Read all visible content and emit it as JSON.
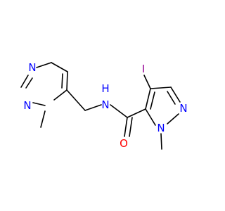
{
  "molecule": {
    "atoms": {
      "iodine": "I",
      "amide_h": "H",
      "amide_n": "N",
      "carbonyl_o": "O",
      "left_ring_n1": "N",
      "left_ring_n2": "N",
      "right_ring_n1": "N",
      "right_ring_n2": "N"
    },
    "colors": {
      "bond": "#000000",
      "nitrogen": "#0000ff",
      "oxygen": "#ff0000",
      "iodine": "#940094",
      "hydrogen": "#0000ff"
    }
  }
}
